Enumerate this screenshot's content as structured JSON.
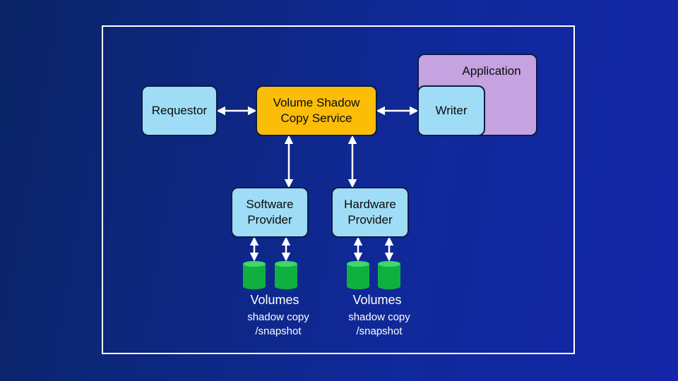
{
  "nodes": {
    "application": "Application",
    "writer": "Writer",
    "requestor": "Requestor",
    "vss": "Volume Shadow\nCopy Service",
    "software_provider": "Software\nProvider",
    "hardware_provider": "Hardware\nProvider"
  },
  "volumes": {
    "software": {
      "title": "Volumes",
      "subtitle": "shadow copy\n/snapshot"
    },
    "hardware": {
      "title": "Volumes",
      "subtitle": "shadow copy\n/snapshot"
    }
  },
  "colors": {
    "background": "#10299a",
    "provider_box": "#9fdcf6",
    "vss_box": "#fbbd08",
    "application_box": "#c5a2e0",
    "volume": "#0fb040",
    "arrow": "#ffffff"
  }
}
